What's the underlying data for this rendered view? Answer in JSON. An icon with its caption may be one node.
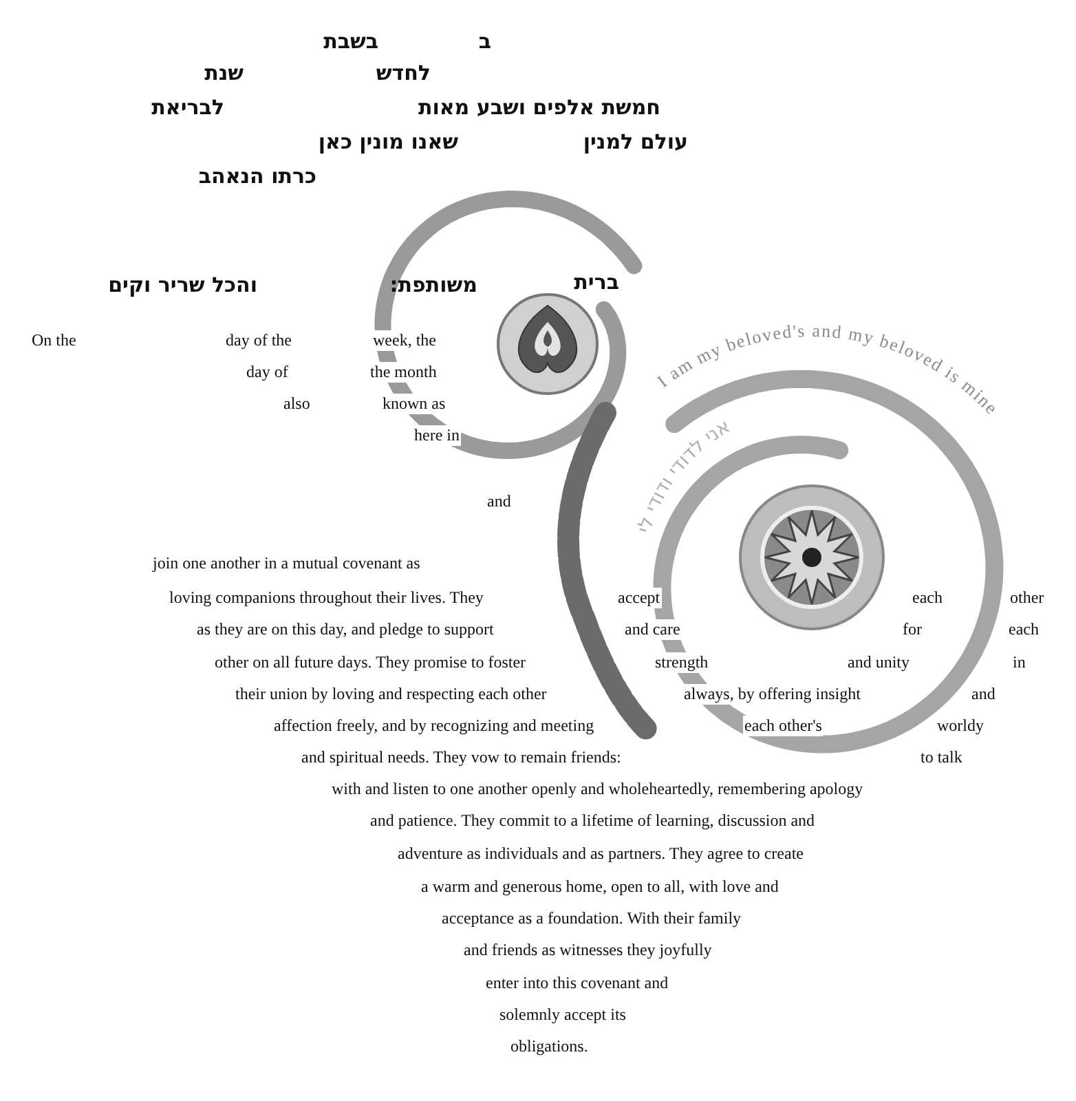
{
  "diagram": {
    "labels": [
      "בשבת",
      "ב",
      "שנת",
      "לחדש",
      "לבריאת",
      "חמשת אלפים ושבע מאות",
      "שאנו מונין כאן",
      "עולם למנין",
      "כרתו הנאהב",
      "והכל שריר וקים",
      "משותפת:",
      "ברית",
      "On the",
      "day of the",
      "week, the",
      "day of",
      "the month",
      "also",
      "known as",
      "here in",
      "and",
      "I am my beloved's and my beloved is mine",
      "אני לדודי ודודי לי",
      "join one another in a mutual covenant as",
      "loving companions throughout their lives.  They",
      "accept",
      "each",
      "other",
      "as they are on this day, and pledge to support",
      "and care",
      "for",
      "each",
      "other on all future days.  They promise to foster",
      "strength",
      "and unity",
      "in",
      "their union by loving and respecting each other",
      "always, by offering insight",
      "and",
      "affection freely, and by recognizing and meeting",
      "each other's",
      "worldy",
      "and spiritual needs.  They vow to remain friends:",
      "to talk",
      "with and listen to one another openly and wholeheartedly, remembering apology",
      "and patience.  They commit to a lifetime of learning, discussion and",
      "adventure as individuals and as partners.  They agree to create",
      "a warm and generous home, open to all, with love and",
      "acceptance as a foundation.  With their family",
      "and friends as witnesses they joyfully",
      "enter into this covenant and",
      "solemnly accept its",
      "obligations."
    ]
  }
}
